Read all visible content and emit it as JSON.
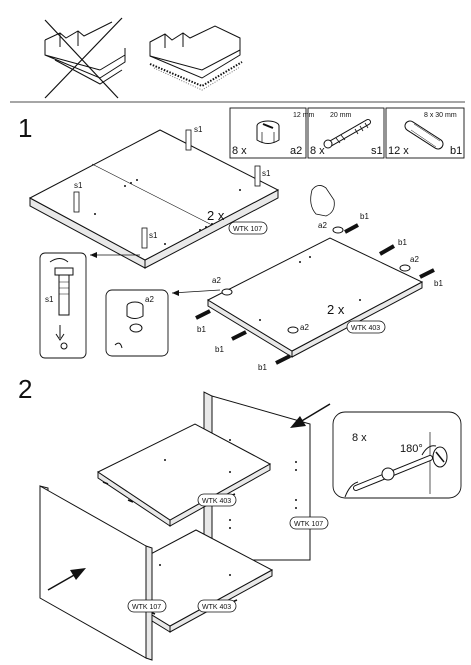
{
  "step1": {
    "number": "1",
    "multiplier_a": "2 x",
    "multiplier_b": "2 x",
    "panel_label_a": "WTK 107",
    "panel_label_b": "WTK 403"
  },
  "step2": {
    "number": "2",
    "label_top_shelf": "WTK 403",
    "label_right_side": "WTK 107",
    "label_left_side": "WTK 107",
    "label_bottom_shelf": "WTK 403",
    "callout_count": "8 x",
    "rotation": "180°"
  },
  "parts": [
    {
      "qty": "8 x",
      "code": "a2",
      "size": "12 mm"
    },
    {
      "qty": "8 x",
      "code": "s1",
      "size": "20 mm"
    },
    {
      "qty": "12 x",
      "code": "b1",
      "size": "8 x 30 mm"
    }
  ],
  "callouts": {
    "s1": "s1",
    "a2": "a2",
    "b1": "b1"
  }
}
